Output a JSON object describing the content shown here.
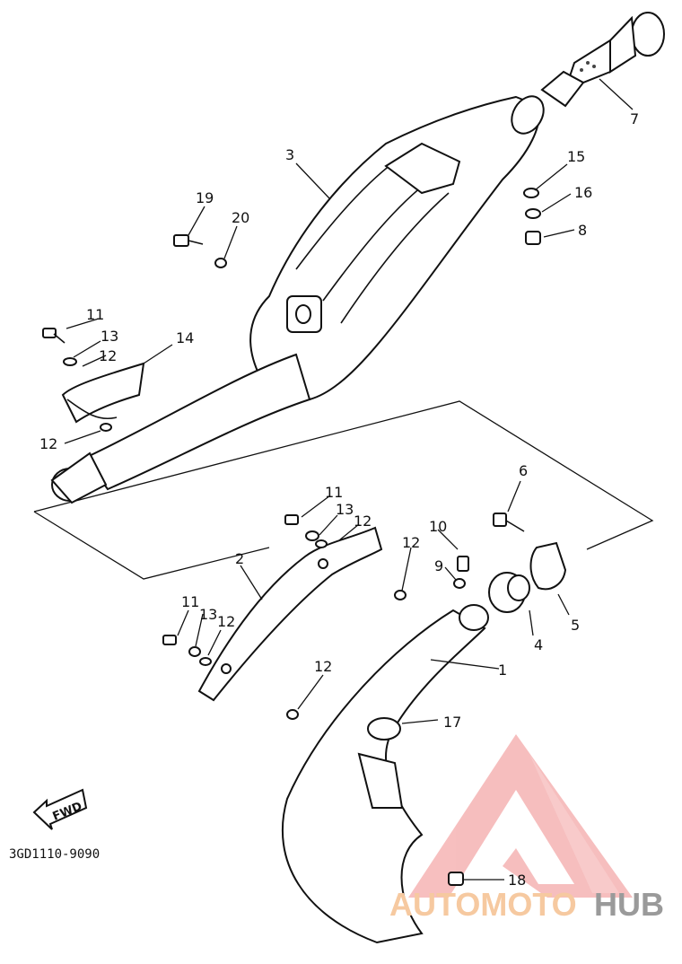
{
  "diagram": {
    "callouts": [
      {
        "id": "c1",
        "text": "1"
      },
      {
        "id": "c2",
        "text": "2"
      },
      {
        "id": "c3",
        "text": "3"
      },
      {
        "id": "c4",
        "text": "4"
      },
      {
        "id": "c5",
        "text": "5"
      },
      {
        "id": "c6",
        "text": "6"
      },
      {
        "id": "c7",
        "text": "7"
      },
      {
        "id": "c8",
        "text": "8"
      },
      {
        "id": "c9",
        "text": "9"
      },
      {
        "id": "c10",
        "text": "10"
      },
      {
        "id": "c11a",
        "text": "11"
      },
      {
        "id": "c11b",
        "text": "11"
      },
      {
        "id": "c11c",
        "text": "11"
      },
      {
        "id": "c12a",
        "text": "12"
      },
      {
        "id": "c12b",
        "text": "12"
      },
      {
        "id": "c12c",
        "text": "12"
      },
      {
        "id": "c12d",
        "text": "12"
      },
      {
        "id": "c12e",
        "text": "12"
      },
      {
        "id": "c12f",
        "text": "12"
      },
      {
        "id": "c13a",
        "text": "13"
      },
      {
        "id": "c13b",
        "text": "13"
      },
      {
        "id": "c13c",
        "text": "13"
      },
      {
        "id": "c14",
        "text": "14"
      },
      {
        "id": "c15",
        "text": "15"
      },
      {
        "id": "c16",
        "text": "16"
      },
      {
        "id": "c17",
        "text": "17"
      },
      {
        "id": "c18",
        "text": "18"
      },
      {
        "id": "c19",
        "text": "19"
      },
      {
        "id": "c20",
        "text": "20"
      }
    ],
    "fwd_label": "FWD",
    "drawing_code": "3GD1110-9090"
  },
  "watermark": {
    "part1": "AUTOMOTO",
    "part2": "HUB",
    "color_primary": "#f08a8a",
    "color_secondary": "#9a9a9a"
  }
}
